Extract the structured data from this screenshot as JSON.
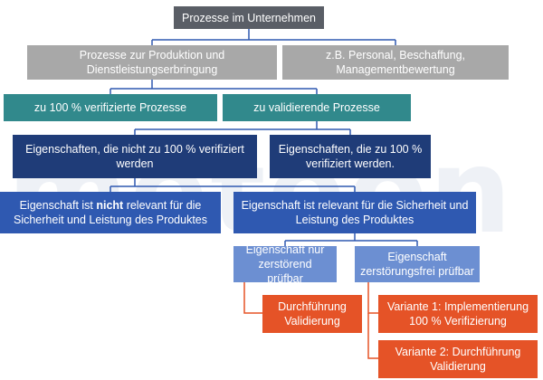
{
  "watermark": "meteon",
  "nodes": {
    "root": "Prozesse im Unternehmen",
    "production": "Prozesse zur Produktion und Dienstleistungserbringung",
    "support": "z.B. Personal, Beschaffung, Managementbewertung",
    "verified": "zu 100 % verifizierte Prozesse",
    "to_validate": "zu validierende Prozesse",
    "not_fully_verified": "Eigenschaften, die nicht zu 100 % verifiziert werden",
    "fully_verified": "Eigenschaften, die zu 100 % verifiziert werden.",
    "not_relevant": {
      "before": "Eigenschaft ist ",
      "emphasis": "nicht",
      "after": " relevant für die Sicherheit und Leistung des Produktes"
    },
    "relevant": "Eigenschaft ist relevant für die Sicherheit und Leistung des Produktes",
    "destructive": "Eigenschaft nur zerstörend prüfbar",
    "non_destructive": "Eigenschaft zerstörungsfrei prüfbar",
    "do_validation": "Durchführung Validierung",
    "variant1": "Variante 1: Implementierung 100 % Verifizierung",
    "variant2": "Variante 2: Durchführung Validierung"
  },
  "colors": {
    "dark_gray": "#5a5e66",
    "gray": "#a8a8a8",
    "teal": "#31898c",
    "navy": "#1f3c78",
    "blue": "#2f59b1",
    "light_blue": "#6c8fd2",
    "orange": "#e55327",
    "connector_blue": "#2f59b1",
    "connector_orange": "#e55327"
  }
}
